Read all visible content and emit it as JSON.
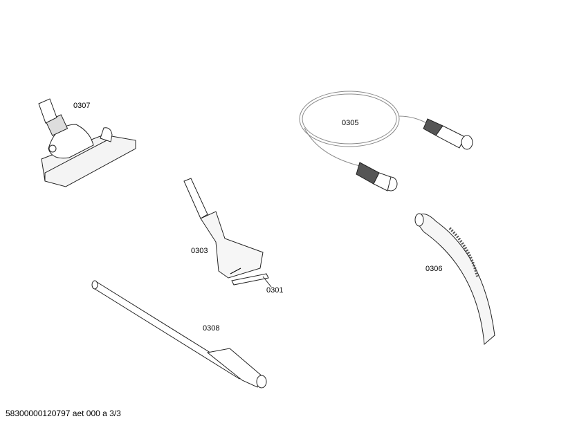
{
  "parts": [
    {
      "id": "floor-nozzle",
      "label": "0307"
    },
    {
      "id": "suction-hose",
      "label": "0305"
    },
    {
      "id": "upholstery-nozzle",
      "label": "0303"
    },
    {
      "id": "nozzle-strip",
      "label": "0301"
    },
    {
      "id": "hose-handle",
      "label": "0306"
    },
    {
      "id": "telescopic-tube",
      "label": "0308"
    }
  ],
  "footer": "58300000120797 aet 000 a 3/3"
}
